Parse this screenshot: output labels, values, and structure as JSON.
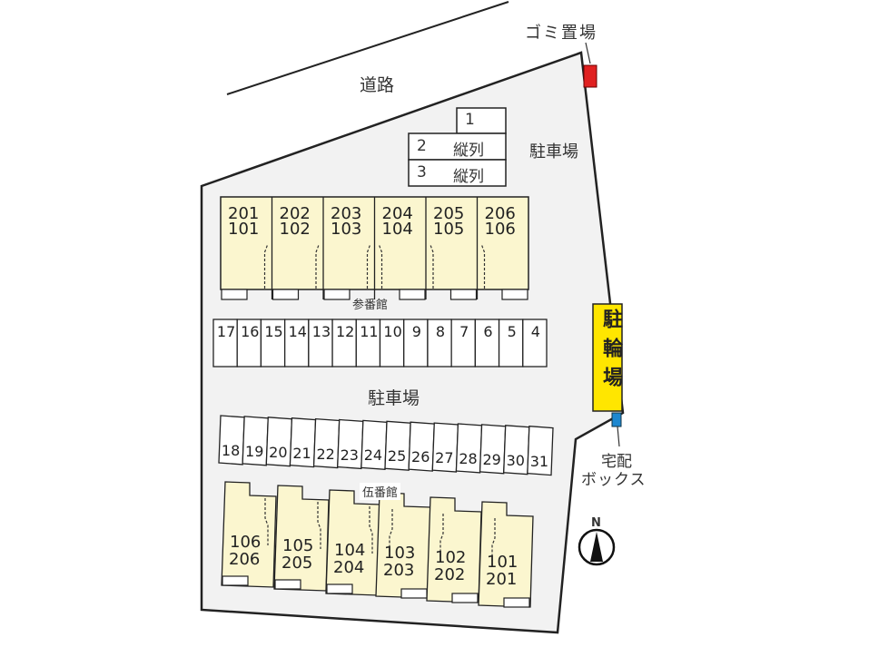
{
  "labels": {
    "road": "道路",
    "garbage": "ゴミ置場",
    "parking_top": "駐車場",
    "parking_middle": "駐車場",
    "bicycle": "駐輪場",
    "delivery_box_line1": "宅配",
    "delivery_box_line2": "ボックス",
    "north": "N",
    "building3": "参番館",
    "building5": "伍番館"
  },
  "top_parking": [
    {
      "num": "1",
      "note": ""
    },
    {
      "num": "2",
      "note": "縦列"
    },
    {
      "num": "3",
      "note": "縦列"
    }
  ],
  "building3_units": [
    {
      "upper": "201",
      "lower": "101"
    },
    {
      "upper": "202",
      "lower": "102"
    },
    {
      "upper": "203",
      "lower": "103"
    },
    {
      "upper": "204",
      "lower": "104"
    },
    {
      "upper": "205",
      "lower": "105"
    },
    {
      "upper": "206",
      "lower": "106"
    }
  ],
  "parking_row_a": [
    "17",
    "16",
    "15",
    "14",
    "13",
    "12",
    "11",
    "10",
    "9",
    "8",
    "7",
    "6",
    "5",
    "4"
  ],
  "parking_row_b": [
    "18",
    "19",
    "20",
    "21",
    "22",
    "23",
    "24",
    "25",
    "26",
    "27",
    "28",
    "29",
    "30",
    "31"
  ],
  "building5_units": [
    {
      "upper": "106",
      "lower": "206"
    },
    {
      "upper": "105",
      "lower": "205"
    },
    {
      "upper": "104",
      "lower": "204"
    },
    {
      "upper": "103",
      "lower": "203"
    },
    {
      "upper": "102",
      "lower": "202"
    },
    {
      "upper": "101",
      "lower": "201"
    }
  ],
  "colors": {
    "lot": "#f2f2f2",
    "building": "#fbf6cf",
    "garbage": "#e02020",
    "bicycle": "#ffe600",
    "delivery": "#1e88d0"
  }
}
